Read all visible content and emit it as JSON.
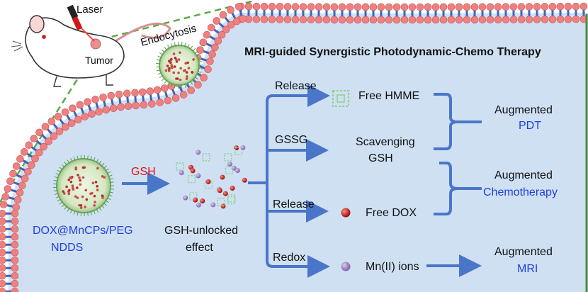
{
  "title": "MRI-guided Synergistic Photodynamic-Chemo Therapy",
  "mouse": {
    "laser_label": "Laser",
    "tumor_label": "Tumor"
  },
  "endocytosis_label": "Endocytosis",
  "nanoparticle": {
    "name_line1": "DOX@MnCPs/PEG",
    "name_line2": "NDDS"
  },
  "trigger_label": "GSH",
  "unlocked": {
    "line1": "GSH-unlocked",
    "line2": "effect"
  },
  "branches": [
    {
      "arrow_label": "Release",
      "product": "Free HMME"
    },
    {
      "arrow_label": "GSSG",
      "product_line1": "Scavenging",
      "product_line2": "GSH"
    },
    {
      "arrow_label": "Release",
      "product": "Free DOX"
    },
    {
      "arrow_label": "Redox",
      "product": "Mn(II) ions"
    }
  ],
  "outcomes": [
    {
      "line1": "Augmented",
      "line2": "PDT"
    },
    {
      "line1": "Augmented",
      "line2": "Chemotherapy"
    },
    {
      "line1": "Augmented",
      "line2": "MRI"
    }
  ],
  "colors": {
    "cell_fill": "#cfe0f3",
    "membrane_bead": "#f08080",
    "membrane_tail": "#3b63c4",
    "arrow": "#4a76c9",
    "accent_blue": "#1f3fe0",
    "accent_red": "#e01010",
    "dox_red": "#b01818",
    "mn_purple": "#9b7fc0",
    "hmme_green": "#8fd08f",
    "dashed_green": "#5aa84a"
  }
}
